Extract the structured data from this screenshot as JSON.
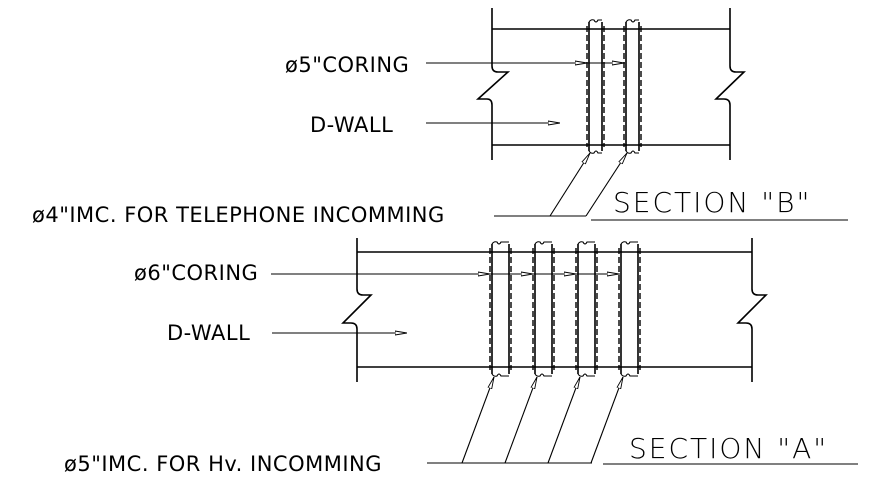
{
  "diagram": {
    "section_b": {
      "title": "SECTION \"B\"",
      "coring_label": "ø5\"CORING",
      "wall_label": "D-WALL",
      "conduit_label": "ø4\"IMC. FOR TELEPHONE INCOMMING",
      "pipe_count": 2
    },
    "section_a": {
      "title": "SECTION \"A\"",
      "coring_label": "ø6\"CORING",
      "wall_label": "D-WALL",
      "conduit_label": "ø5\"IMC. FOR Hv. INCOMMING",
      "pipe_count": 4
    },
    "colors": {
      "line": "#000000",
      "background": "#ffffff"
    }
  }
}
